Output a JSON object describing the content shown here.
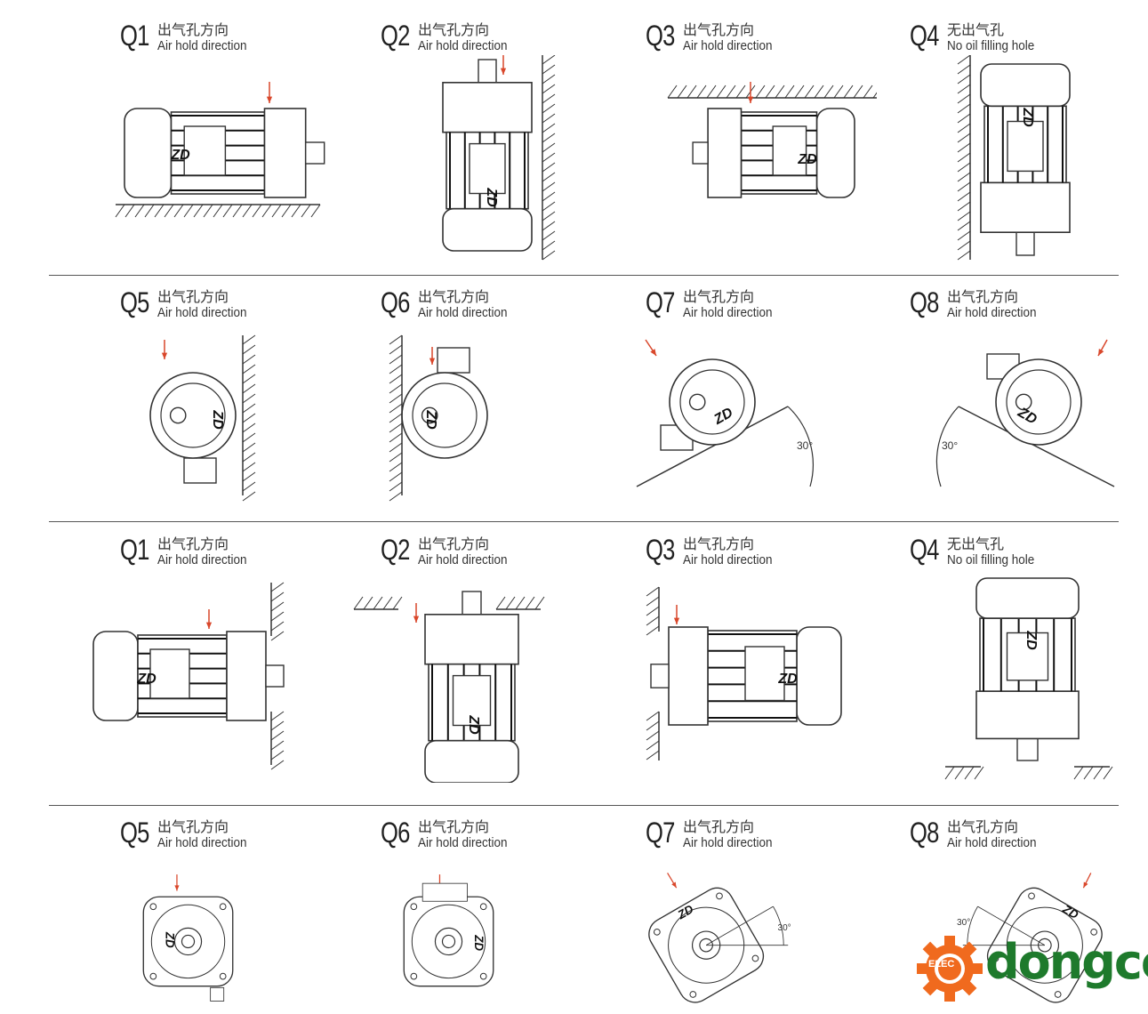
{
  "rows": [
    {
      "cells": [
        {
          "code": "Q1",
          "cn": "出气孔方向",
          "en": "Air hold direction",
          "kind": "foot-floor"
        },
        {
          "code": "Q2",
          "cn": "出气孔方向",
          "en": "Air hold direction",
          "kind": "foot-wall-shaft-up"
        },
        {
          "code": "Q3",
          "cn": "出气孔方向",
          "en": "Air hold direction",
          "kind": "foot-ceiling"
        },
        {
          "code": "Q4",
          "cn": "无出气孔",
          "en": "No oil filling hole",
          "kind": "foot-wall-shaft-down"
        }
      ]
    },
    {
      "cells": [
        {
          "code": "Q5",
          "cn": "出气孔方向",
          "en": "Air hold direction",
          "kind": "end-wall-right"
        },
        {
          "code": "Q6",
          "cn": "出气孔方向",
          "en": "Air hold direction",
          "kind": "end-wall-left"
        },
        {
          "code": "Q7",
          "cn": "出气孔方向",
          "en": "Air hold direction",
          "kind": "tilt-right",
          "angle": "30°"
        },
        {
          "code": "Q8",
          "cn": "出气孔方向",
          "en": "Air hold direction",
          "kind": "tilt-left",
          "angle": "30°"
        }
      ]
    },
    {
      "cells": [
        {
          "code": "Q1",
          "cn": "出气孔方向",
          "en": "Air hold direction",
          "kind": "flange-wall"
        },
        {
          "code": "Q2",
          "cn": "出气孔方向",
          "en": "Air hold direction",
          "kind": "flange-ceiling"
        },
        {
          "code": "Q3",
          "cn": "出气孔方向",
          "en": "Air hold direction",
          "kind": "flange-wall-left"
        },
        {
          "code": "Q4",
          "cn": "无出气孔",
          "en": "No  oil  filling  hole",
          "kind": "flange-floor"
        }
      ]
    },
    {
      "cells": [
        {
          "code": "Q5",
          "cn": "出气孔方向",
          "en": "Air hold direction",
          "kind": "flange-end"
        },
        {
          "code": "Q6",
          "cn": "出气孔方向",
          "en": "Air hold direction",
          "kind": "flange-end-top"
        },
        {
          "code": "Q7",
          "cn": "出气孔方向",
          "en": "Air hold direction",
          "kind": "flange-tilt-right",
          "angle": "30°"
        },
        {
          "code": "Q8",
          "cn": "出气孔方向",
          "en": "Air hold direction",
          "kind": "flange-tilt-left",
          "angle": "30°"
        }
      ]
    }
  ],
  "motor_logo": "ZD",
  "watermark": {
    "badge": "ELEC",
    "word": "dongco"
  },
  "colors": {
    "line": "#333333",
    "arrow": "#d9472b",
    "brand": "#1e7a2c",
    "gear": "#f06a1e"
  }
}
